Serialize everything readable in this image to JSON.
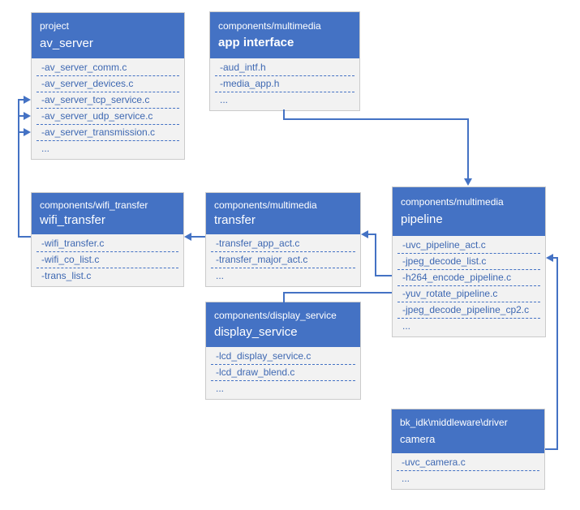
{
  "colors": {
    "accent": "#4472C4",
    "body_bg": "#F2F2F2",
    "file_text": "#3E68B2",
    "border": "#CBCBCB",
    "header_text": "#FFFFFF"
  },
  "boxes": [
    {
      "path": "project",
      "title": "av_server",
      "files": [
        "-av_server_comm.c",
        "-av_server_devices.c",
        "-av_server_tcp_service.c",
        "-av_server_udp_service.c",
        "-av_server_transmission.c",
        "..."
      ]
    },
    {
      "path": "components/multimedia",
      "title": "app interface",
      "files": [
        "-aud_intf.h",
        "-media_app.h",
        "..."
      ]
    },
    {
      "path": "components/wifi_transfer",
      "title": "wifi_transfer",
      "files": [
        "-wifi_transfer.c",
        "-wifi_co_list.c",
        "-trans_list.c"
      ]
    },
    {
      "path": "components/multimedia",
      "title": "transfer",
      "files": [
        "-transfer_app_act.c",
        "-transfer_major_act.c",
        "..."
      ]
    },
    {
      "path": "components/multimedia",
      "title": "pipeline",
      "files": [
        "-uvc_pipeline_act.c",
        "-jpeg_decode_list.c",
        "-h264_encode_pipeline.c",
        "-yuv_rotate_pipeline.c",
        "-jpeg_decode_pipeline_cp2.c",
        "..."
      ]
    },
    {
      "path": "components/display_service",
      "title": "display_service",
      "files": [
        "-lcd_display_service.c",
        "-lcd_draw_blend.c",
        "..."
      ]
    },
    {
      "path": "bk_idk\\middleware\\driver",
      "title": "camera",
      "files": [
        "-uvc_camera.c",
        "..."
      ]
    }
  ]
}
